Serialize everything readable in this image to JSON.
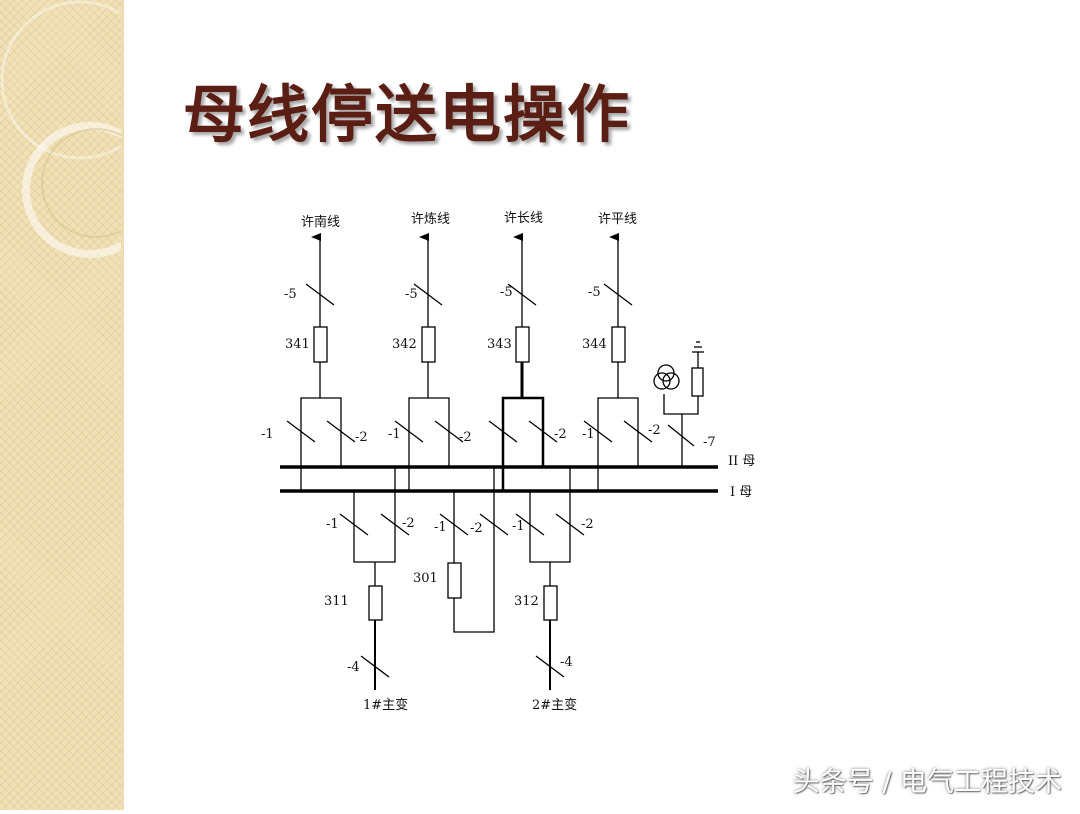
{
  "slide": {
    "title": "母线停送电操作",
    "watermark": "头条号 / 电气工程技术"
  },
  "diagram": {
    "buses": {
      "bus_ii": "II 母",
      "bus_i": "Ⅰ 母"
    },
    "feeders": [
      {
        "name": "许南线",
        "breaker": "341",
        "line_switch": "-5",
        "bus_sw_1": "-1",
        "bus_sw_2": "-2"
      },
      {
        "name": "许炼线",
        "breaker": "342",
        "line_switch": "-5",
        "bus_sw_1": "-1",
        "bus_sw_2": "-2"
      },
      {
        "name": "许长线",
        "breaker": "343",
        "line_switch": "-5",
        "bus_sw_1": "",
        "bus_sw_2": "-2"
      },
      {
        "name": "许平线",
        "breaker": "344",
        "line_switch": "-5",
        "bus_sw_1": "-1",
        "bus_sw_2": "-2"
      }
    ],
    "pt_switch": "-7",
    "transformers": [
      {
        "name": "1#主变",
        "breaker": "311",
        "bus_sw_1": "-1",
        "bus_sw_2": "-2",
        "line_switch": "-4"
      },
      {
        "name": "2#主变",
        "breaker": "312",
        "bus_sw_1": "-1",
        "bus_sw_2": "-2",
        "line_switch": "-4"
      }
    ],
    "tie": {
      "breaker": "301",
      "bus_sw_1": "-1",
      "bus_sw_2": "-2"
    }
  },
  "colors": {
    "title": "#5a1e14",
    "sidebar": "#f1e1b6",
    "lines": "#000000"
  }
}
